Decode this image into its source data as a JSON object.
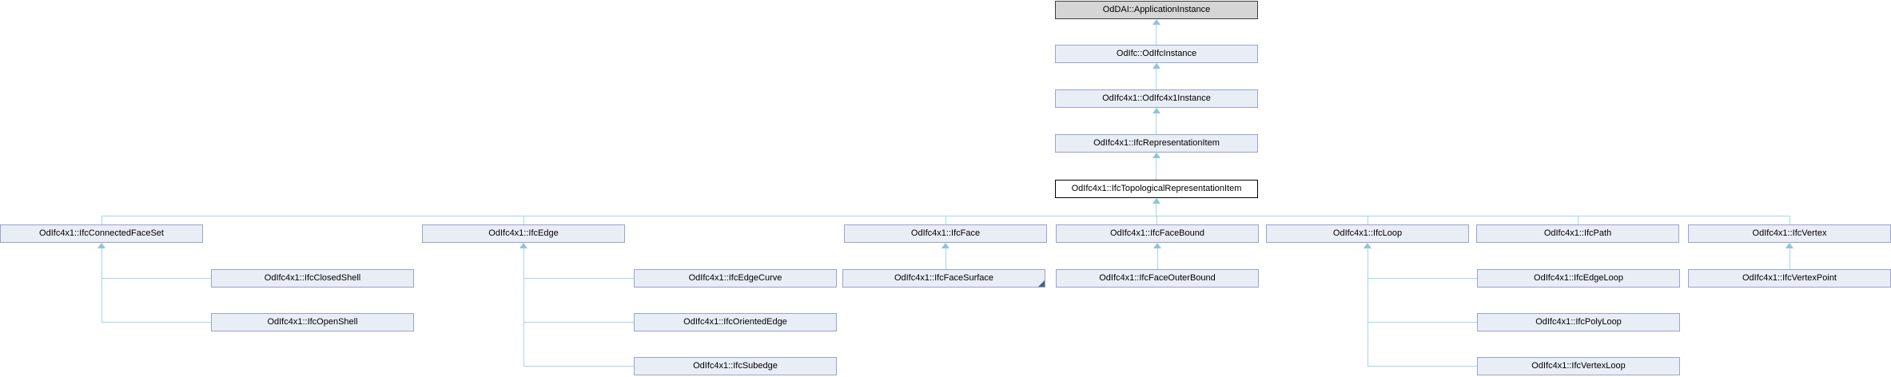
{
  "diagram": {
    "type": "class-inheritance-graph",
    "current_class": "OdIfc4x1::IfcTopologicalRepresentationItem",
    "colors": {
      "node_fill": "#e9edf6",
      "node_border": "#9aa5c4",
      "root_fill": "#d5d5d5",
      "root_border": "#3c3c3c",
      "current_fill": "#ffffff",
      "current_border": "#000000",
      "edge_line": "#a8d5ea",
      "arrowhead": "#8fc3dc",
      "subclass_marker": "#4a6184",
      "text": "#000000"
    },
    "nodes": [
      {
        "id": "application-instance",
        "label": "OdDAI::ApplicationInstance",
        "variant": "root-gray"
      },
      {
        "id": "odifc-instance",
        "label": "OdIfc::OdIfcInstance",
        "variant": "linked"
      },
      {
        "id": "odifc4x1-instance",
        "label": "OdIfc4x1::OdIfc4x1Instance",
        "variant": "linked"
      },
      {
        "id": "ifc-representation-item",
        "label": "OdIfc4x1::IfcRepresentationItem",
        "variant": "linked"
      },
      {
        "id": "ifc-topological-representation-item",
        "label": "OdIfc4x1::IfcTopologicalRepresentationItem",
        "variant": "current"
      },
      {
        "id": "ifc-connected-face-set",
        "label": "OdIfc4x1::IfcConnectedFaceSet",
        "variant": "linked"
      },
      {
        "id": "ifc-edge",
        "label": "OdIfc4x1::IfcEdge",
        "variant": "linked"
      },
      {
        "id": "ifc-face",
        "label": "OdIfc4x1::IfcFace",
        "variant": "linked"
      },
      {
        "id": "ifc-face-bound",
        "label": "OdIfc4x1::IfcFaceBound",
        "variant": "linked"
      },
      {
        "id": "ifc-loop",
        "label": "OdIfc4x1::IfcLoop",
        "variant": "linked"
      },
      {
        "id": "ifc-path",
        "label": "OdIfc4x1::IfcPath",
        "variant": "linked"
      },
      {
        "id": "ifc-vertex",
        "label": "OdIfc4x1::IfcVertex",
        "variant": "linked"
      },
      {
        "id": "ifc-closed-shell",
        "label": "OdIfc4x1::IfcClosedShell",
        "variant": "linked"
      },
      {
        "id": "ifc-open-shell",
        "label": "OdIfc4x1::IfcOpenShell",
        "variant": "linked"
      },
      {
        "id": "ifc-edge-curve",
        "label": "OdIfc4x1::IfcEdgeCurve",
        "variant": "linked"
      },
      {
        "id": "ifc-oriented-edge",
        "label": "OdIfc4x1::IfcOrientedEdge",
        "variant": "linked"
      },
      {
        "id": "ifc-subedge",
        "label": "OdIfc4x1::IfcSubedge",
        "variant": "linked"
      },
      {
        "id": "ifc-face-surface",
        "label": "OdIfc4x1::IfcFaceSurface",
        "variant": "linked",
        "has_hidden_subclasses": true
      },
      {
        "id": "ifc-face-outer-bound",
        "label": "OdIfc4x1::IfcFaceOuterBound",
        "variant": "linked"
      },
      {
        "id": "ifc-edge-loop",
        "label": "OdIfc4x1::IfcEdgeLoop",
        "variant": "linked"
      },
      {
        "id": "ifc-poly-loop",
        "label": "OdIfc4x1::IfcPolyLoop",
        "variant": "linked"
      },
      {
        "id": "ifc-vertex-loop",
        "label": "OdIfc4x1::IfcVertexLoop",
        "variant": "linked"
      },
      {
        "id": "ifc-vertex-point",
        "label": "OdIfc4x1::IfcVertexPoint",
        "variant": "linked"
      }
    ],
    "edges": [
      {
        "derived": "OdIfc::OdIfcInstance",
        "base": "OdDAI::ApplicationInstance"
      },
      {
        "derived": "OdIfc4x1::OdIfc4x1Instance",
        "base": "OdIfc::OdIfcInstance"
      },
      {
        "derived": "OdIfc4x1::IfcRepresentationItem",
        "base": "OdIfc4x1::OdIfc4x1Instance"
      },
      {
        "derived": "OdIfc4x1::IfcTopologicalRepresentationItem",
        "base": "OdIfc4x1::IfcRepresentationItem"
      },
      {
        "derived": "OdIfc4x1::IfcConnectedFaceSet",
        "base": "OdIfc4x1::IfcTopologicalRepresentationItem"
      },
      {
        "derived": "OdIfc4x1::IfcEdge",
        "base": "OdIfc4x1::IfcTopologicalRepresentationItem"
      },
      {
        "derived": "OdIfc4x1::IfcFace",
        "base": "OdIfc4x1::IfcTopologicalRepresentationItem"
      },
      {
        "derived": "OdIfc4x1::IfcFaceBound",
        "base": "OdIfc4x1::IfcTopologicalRepresentationItem"
      },
      {
        "derived": "OdIfc4x1::IfcLoop",
        "base": "OdIfc4x1::IfcTopologicalRepresentationItem"
      },
      {
        "derived": "OdIfc4x1::IfcPath",
        "base": "OdIfc4x1::IfcTopologicalRepresentationItem"
      },
      {
        "derived": "OdIfc4x1::IfcVertex",
        "base": "OdIfc4x1::IfcTopologicalRepresentationItem"
      },
      {
        "derived": "OdIfc4x1::IfcClosedShell",
        "base": "OdIfc4x1::IfcConnectedFaceSet"
      },
      {
        "derived": "OdIfc4x1::IfcOpenShell",
        "base": "OdIfc4x1::IfcConnectedFaceSet"
      },
      {
        "derived": "OdIfc4x1::IfcEdgeCurve",
        "base": "OdIfc4x1::IfcEdge"
      },
      {
        "derived": "OdIfc4x1::IfcOrientedEdge",
        "base": "OdIfc4x1::IfcEdge"
      },
      {
        "derived": "OdIfc4x1::IfcSubedge",
        "base": "OdIfc4x1::IfcEdge"
      },
      {
        "derived": "OdIfc4x1::IfcFaceSurface",
        "base": "OdIfc4x1::IfcFace"
      },
      {
        "derived": "OdIfc4x1::IfcFaceOuterBound",
        "base": "OdIfc4x1::IfcFaceBound"
      },
      {
        "derived": "OdIfc4x1::IfcEdgeLoop",
        "base": "OdIfc4x1::IfcLoop"
      },
      {
        "derived": "OdIfc4x1::IfcPolyLoop",
        "base": "OdIfc4x1::IfcLoop"
      },
      {
        "derived": "OdIfc4x1::IfcVertexLoop",
        "base": "OdIfc4x1::IfcLoop"
      },
      {
        "derived": "OdIfc4x1::IfcVertexPoint",
        "base": "OdIfc4x1::IfcVertex"
      }
    ]
  }
}
